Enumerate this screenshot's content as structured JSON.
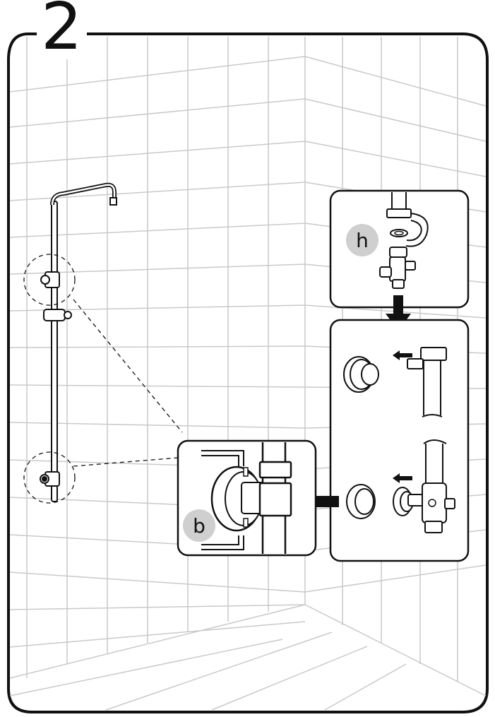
{
  "step": {
    "number": "2"
  },
  "badges": {
    "h": "h",
    "b": "b"
  },
  "colors": {
    "line": "#111111",
    "grid": "#c9c9c9",
    "badge": "#cfcfcf",
    "background": "#ffffff"
  }
}
